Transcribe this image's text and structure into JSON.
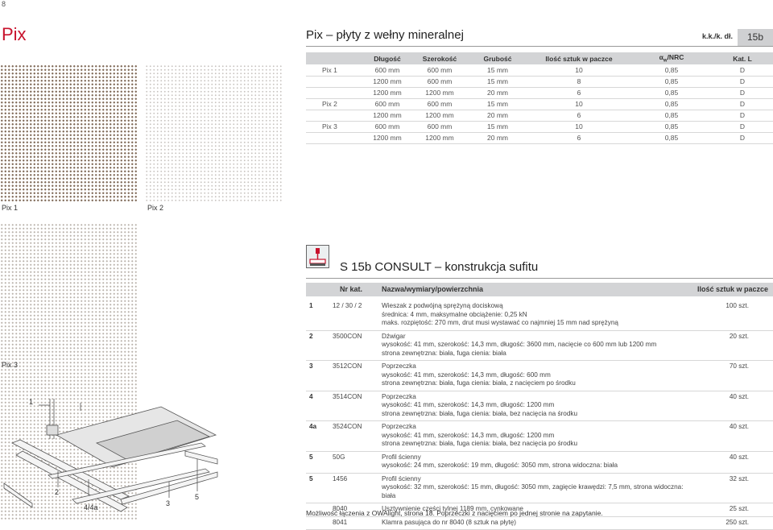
{
  "page": {
    "number": "8",
    "brand": "Pix",
    "title": "Pix – płyty z wełny mineralnej",
    "cat_code": "k.k./k. dł.",
    "badge": "15b"
  },
  "product_table": {
    "headers": [
      "Długość",
      "Szerokość",
      "Grubość",
      "Ilość sztuk w paczce",
      "α",
      "w",
      "/NRC",
      "Kat. L"
    ],
    "rows": [
      [
        "Pix 1",
        "600 mm",
        "600 mm",
        "15 mm",
        "10",
        "0,85",
        "D"
      ],
      [
        "",
        "1200 mm",
        "600 mm",
        "15 mm",
        "8",
        "0,85",
        "D"
      ],
      [
        "",
        "1200 mm",
        "1200 mm",
        "20 mm",
        "6",
        "0,85",
        "D"
      ],
      [
        "Pix 2",
        "600 mm",
        "600 mm",
        "15 mm",
        "10",
        "0,85",
        "D"
      ],
      [
        "",
        "1200 mm",
        "1200 mm",
        "20 mm",
        "6",
        "0,85",
        "D"
      ],
      [
        "Pix 3",
        "600 mm",
        "600 mm",
        "15 mm",
        "10",
        "0,85",
        "D"
      ],
      [
        "",
        "1200 mm",
        "1200 mm",
        "20 mm",
        "6",
        "0,85",
        "D"
      ]
    ]
  },
  "tiles": {
    "pix1_label": "Pix 1",
    "pix2_label": "Pix 2",
    "pix3_label": "Pix 3"
  },
  "diagram_labels": [
    "1",
    "2",
    "4/4a",
    "3",
    "5"
  ],
  "section": {
    "title": "S 15b CONSULT – konstrukcja sufitu",
    "headers": {
      "nr": "Nr kat.",
      "name": "Nazwa/wymiary/powierzchnia",
      "qty": "Ilość sztuk w paczce"
    },
    "parts": [
      {
        "pn": "1",
        "code": "12 / 30 / 2",
        "lines": [
          "Wieszak z podwójną sprężyną dociskową",
          "średnica: 4 mm, maksymalne obciążenie: 0,25 kN",
          "maks. rozpiętość: 270 mm, drut musi wystawać co najmniej 15 mm nad sprężyną"
        ],
        "qty": "100 szt."
      },
      {
        "pn": "2",
        "code": "3500CON",
        "lines": [
          "Dźwigar",
          "wysokość: 41 mm, szerokość: 14,3 mm, długość: 3600 mm, nacięcie co 600 mm lub 1200 mm",
          "strona zewnętrzna: biała, fuga cienia: biała"
        ],
        "qty": "20 szt."
      },
      {
        "pn": "3",
        "code": "3512CON",
        "lines": [
          "Poprzeczka",
          "wysokość: 41 mm, szerokość: 14,3 mm, długość: 600 mm",
          "strona zewnętrzna: biała, fuga cienia: biała, z nacięciem po środku"
        ],
        "qty": "70 szt."
      },
      {
        "pn": "4",
        "code": "3514CON",
        "lines": [
          "Poprzeczka",
          "wysokość: 41 mm, szerokość: 14,3 mm, długość: 1200 mm",
          "strona zewnętrzna: biała, fuga cienia: biała, bez nacięcia na środku"
        ],
        "qty": "40 szt."
      },
      {
        "pn": "4a",
        "code": "3524CON",
        "lines": [
          "Poprzeczka",
          "wysokość: 41 mm, szerokość: 14,3 mm, długość: 1200 mm",
          "strona zewnętrzna: biała, fuga cienia: biała, bez nacięcia po środku"
        ],
        "qty": "40 szt."
      },
      {
        "pn": "5",
        "code": "50G",
        "lines": [
          "Profil ścienny",
          "wysokość: 24 mm, szerokość: 19 mm, długość: 3050 mm, strona widoczna: biała"
        ],
        "qty": "40 szt."
      },
      {
        "pn": "5",
        "code": "1456",
        "lines": [
          "Profil ścienny",
          "wysokość: 32 mm, szerokość: 15 mm, długość: 3050 mm, zagięcie krawędzi: 7,5 mm, strona widoczna:",
          "biała"
        ],
        "qty": "32 szt."
      },
      {
        "pn": "",
        "code": "8040",
        "lines": [
          "Usztywnienie części tylnej 1189 mm, cynkowane"
        ],
        "qty": "25 szt."
      },
      {
        "pn": "",
        "code": "8041",
        "lines": [
          "Klamra pasująca do nr 8040 (8 sztuk na płytę)"
        ],
        "qty": "250 szt."
      }
    ]
  },
  "footnote": "Możliwość łączenia z OWAlight, strona 18. Poprzeczki z nacięciem po jednej stronie na zapytanie.",
  "colors": {
    "brand_red": "#c8122c",
    "header_gray": "#d3d4d6"
  }
}
